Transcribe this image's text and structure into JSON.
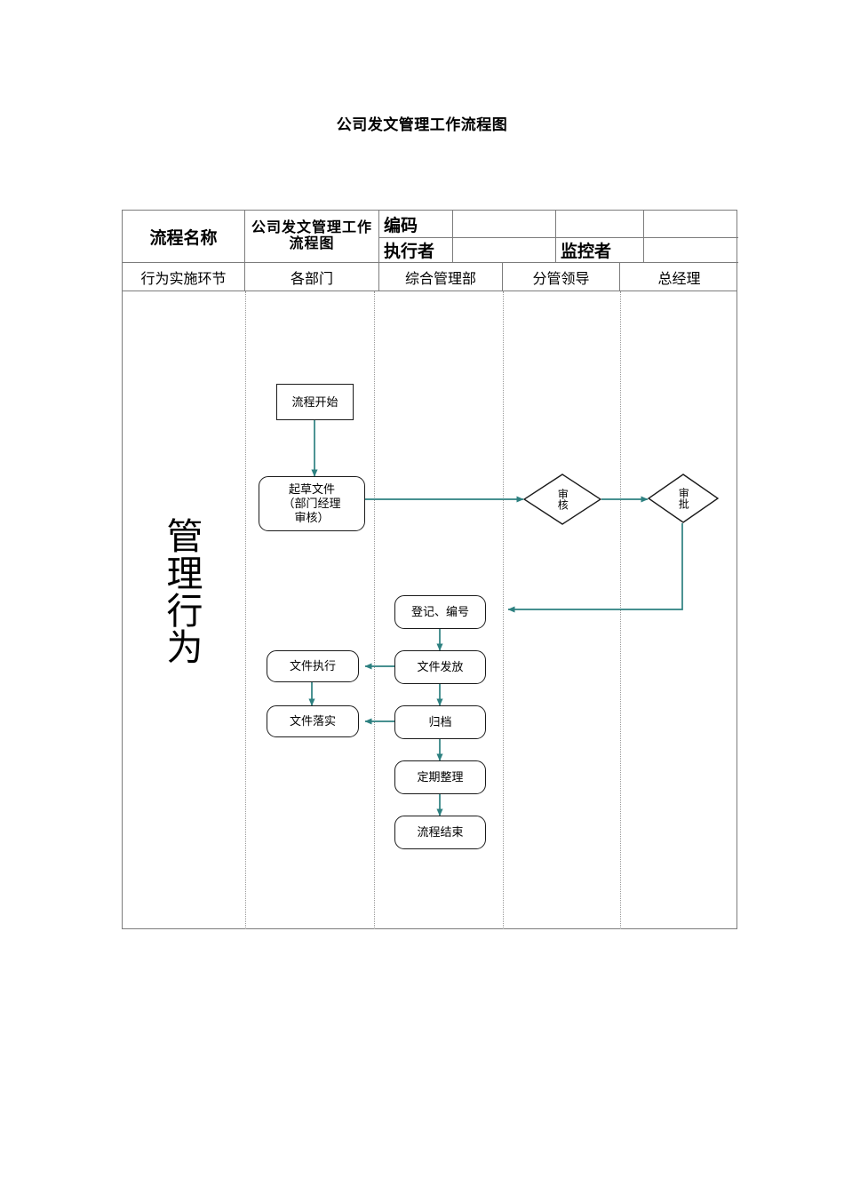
{
  "document": {
    "title": "公司发文管理工作流程图"
  },
  "table": {
    "header": {
      "process_name_label": "流程名称",
      "process_name_value": "公司发文管理工作流程图",
      "code_label": "编码",
      "code_value": "",
      "executor_label": "执行者",
      "executor_value": "",
      "monitor_label": "监控者",
      "monitor_value": "",
      "blank_top_right": ""
    },
    "columns": [
      {
        "label": "行为实施环节"
      },
      {
        "label": "各部门"
      },
      {
        "label": "综合管理部"
      },
      {
        "label": "分管领导"
      },
      {
        "label": "总经理"
      }
    ]
  },
  "swimlane": {
    "management_behavior": "管理行为"
  },
  "flow": {
    "nodes": [
      {
        "id": "start",
        "label": "流程开始",
        "shape": "rect"
      },
      {
        "id": "draft",
        "label": "起草文件\n（部门经理\n审核）",
        "shape": "rounded"
      },
      {
        "id": "review",
        "label": "审核",
        "shape": "diamond"
      },
      {
        "id": "approve",
        "label": "审批",
        "shape": "diamond"
      },
      {
        "id": "register",
        "label": "登记、编号",
        "shape": "rounded"
      },
      {
        "id": "issue",
        "label": "文件发放",
        "shape": "rounded"
      },
      {
        "id": "execute",
        "label": "文件执行",
        "shape": "rounded"
      },
      {
        "id": "archive",
        "label": "归档",
        "shape": "rounded"
      },
      {
        "id": "implement",
        "label": "文件落实",
        "shape": "rounded"
      },
      {
        "id": "sort",
        "label": "定期整理",
        "shape": "rounded"
      },
      {
        "id": "end",
        "label": "流程结束",
        "shape": "rounded"
      }
    ],
    "edges": [
      {
        "from": "start",
        "to": "draft"
      },
      {
        "from": "draft",
        "to": "review"
      },
      {
        "from": "review",
        "to": "approve"
      },
      {
        "from": "approve",
        "to": "register"
      },
      {
        "from": "register",
        "to": "issue"
      },
      {
        "from": "issue",
        "to": "execute"
      },
      {
        "from": "issue",
        "to": "archive"
      },
      {
        "from": "archive",
        "to": "implement"
      },
      {
        "from": "archive",
        "to": "sort"
      },
      {
        "from": "sort",
        "to": "end"
      },
      {
        "from": "execute",
        "to": "implement"
      }
    ]
  },
  "colors": {
    "connector": "#2d8080",
    "node_border": "#1a1a1a",
    "table_border": "#7c7c7c",
    "dotted_separator": "#9a9a9a",
    "text": "#000000"
  }
}
